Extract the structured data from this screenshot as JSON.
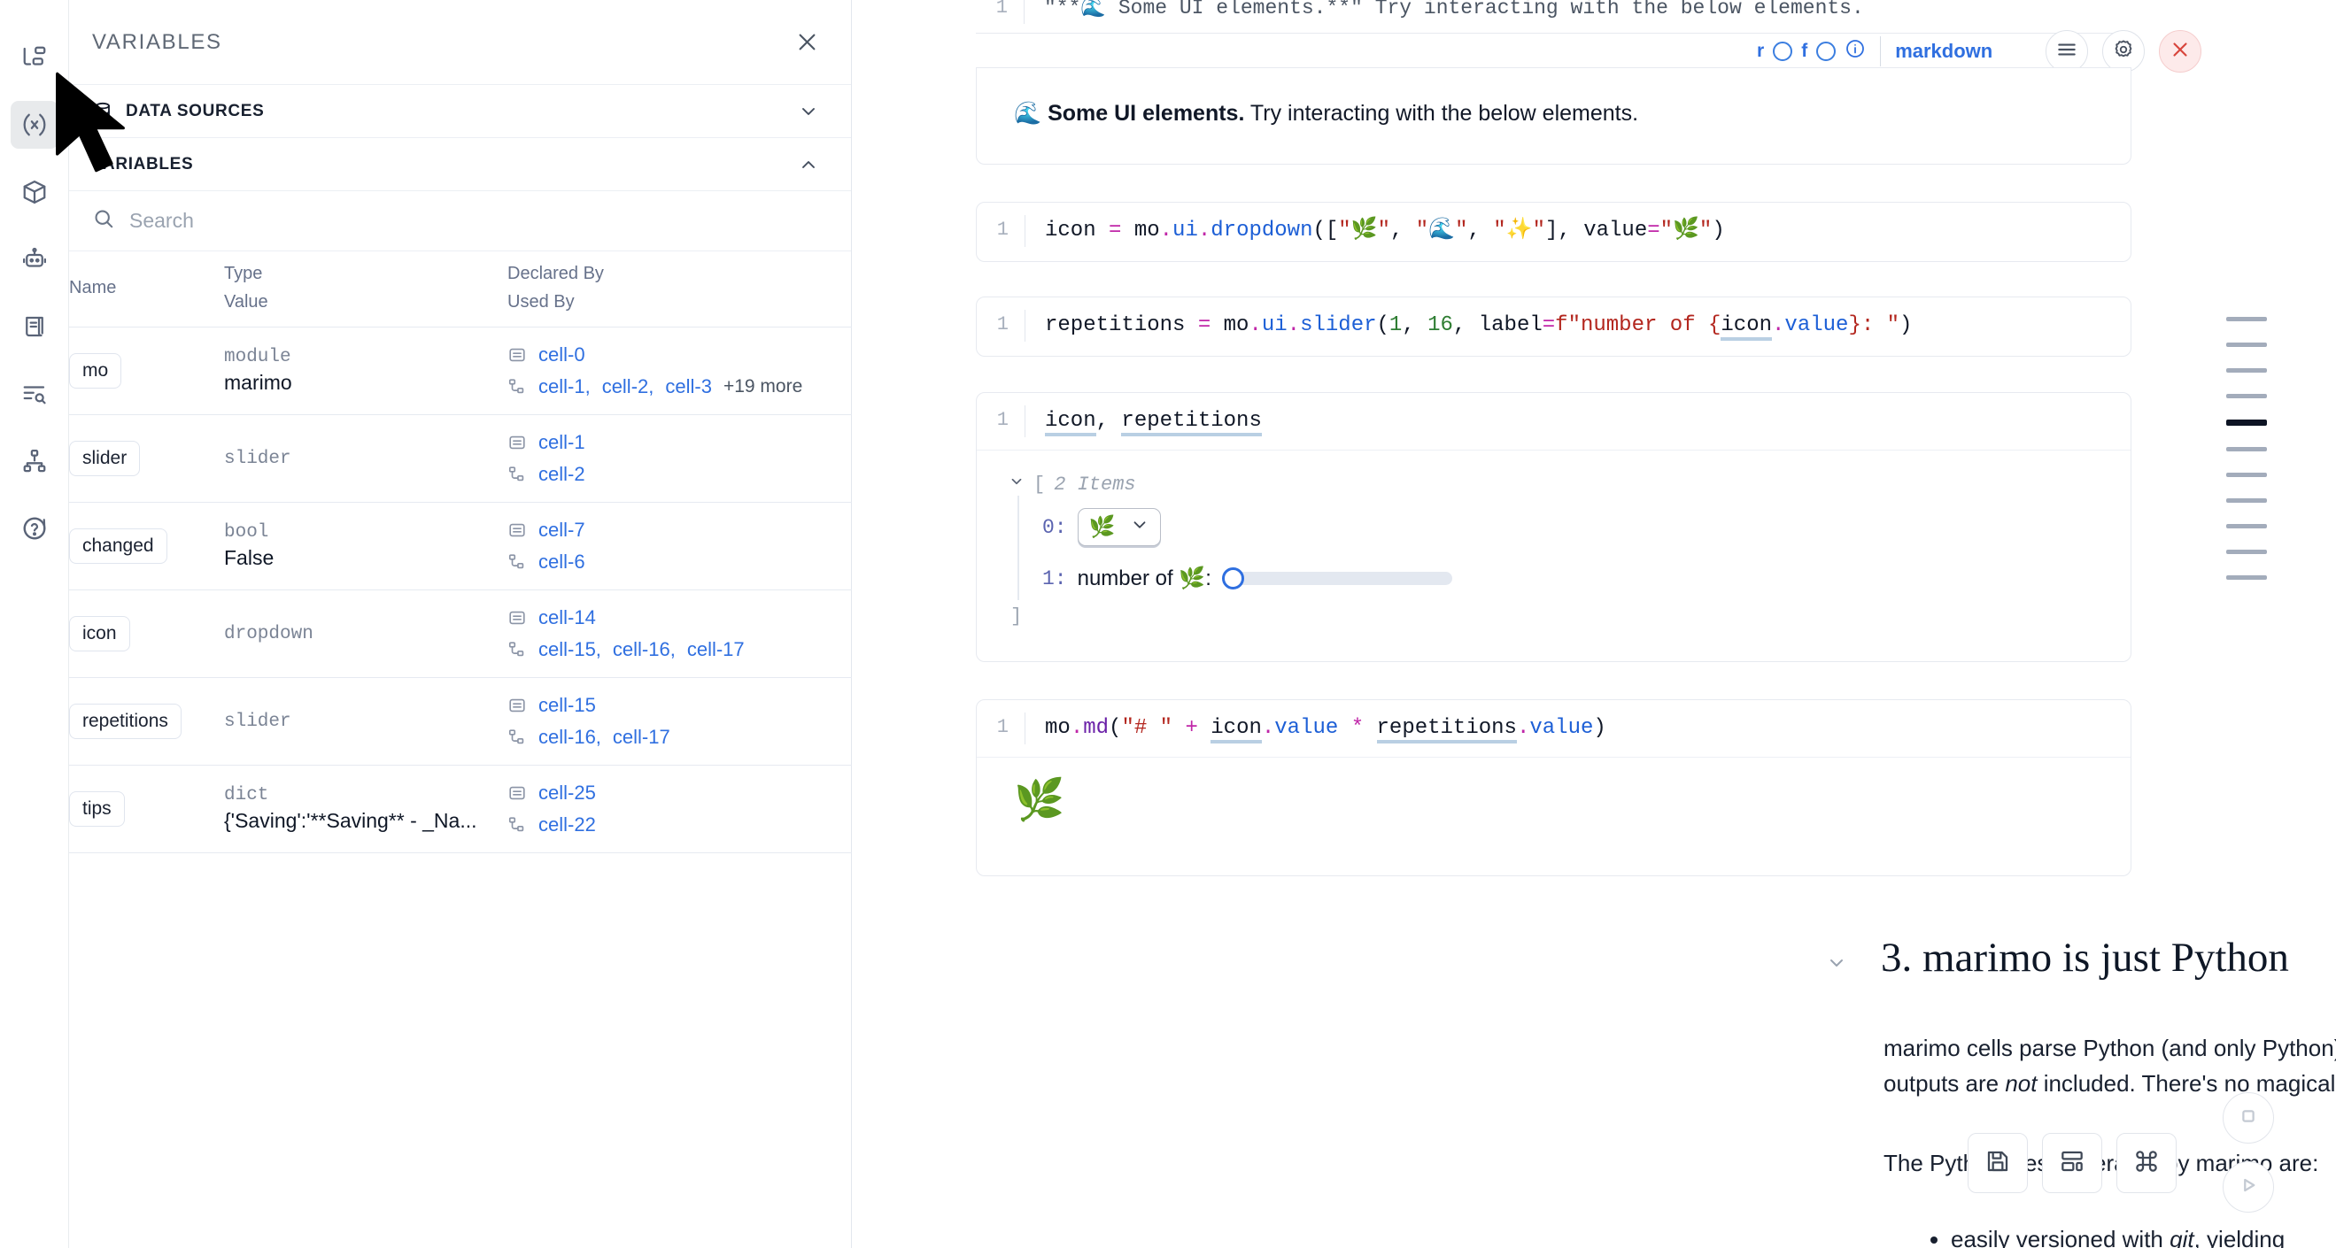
{
  "rail": {
    "items": [
      {
        "name": "file-explorer-icon",
        "label": "File explorer"
      },
      {
        "name": "variables-icon",
        "label": "Variables"
      },
      {
        "name": "packages-icon",
        "label": "Packages"
      },
      {
        "name": "chat-assistant-icon",
        "label": "Assistant"
      },
      {
        "name": "documentation-icon",
        "label": "Documentation"
      },
      {
        "name": "logs-icon",
        "label": "Logs"
      },
      {
        "name": "dependency-graph-icon",
        "label": "Dependency graph"
      },
      {
        "name": "help-icon",
        "label": "Help"
      }
    ],
    "active_index": 1
  },
  "panel": {
    "title": "VARIABLES",
    "close_label": "×",
    "sections": [
      {
        "label": "DATA SOURCES",
        "expanded": false
      },
      {
        "label": "VARIABLES",
        "expanded": true
      }
    ],
    "search": {
      "value": "",
      "placeholder": "Search"
    },
    "columns": {
      "name": "Name",
      "type": "Type",
      "value": "Value",
      "declared_by": "Declared By",
      "used_by": "Used By"
    },
    "more_suffix": "+19 more",
    "rows": [
      {
        "name": "mo",
        "type": "module",
        "value": "marimo",
        "declared_by": [
          "cell-0"
        ],
        "used_by": [
          "cell-1",
          "cell-2",
          "cell-3"
        ],
        "used_by_more": "+19 more"
      },
      {
        "name": "slider",
        "type": "slider",
        "value": "",
        "declared_by": [
          "cell-1"
        ],
        "used_by": [
          "cell-2"
        ],
        "used_by_more": ""
      },
      {
        "name": "changed",
        "type": "bool",
        "value": "False",
        "declared_by": [
          "cell-7"
        ],
        "used_by": [
          "cell-6"
        ],
        "used_by_more": ""
      },
      {
        "name": "icon",
        "type": "dropdown",
        "value": "",
        "declared_by": [
          "cell-14"
        ],
        "used_by": [
          "cell-15",
          "cell-16",
          "cell-17"
        ],
        "used_by_more": ""
      },
      {
        "name": "repetitions",
        "type": "slider",
        "value": "",
        "declared_by": [
          "cell-15"
        ],
        "used_by": [
          "cell-16",
          "cell-17"
        ],
        "used_by_more": ""
      },
      {
        "name": "tips",
        "type": "dict",
        "value": "{'Saving':'**Saving** - _Na...",
        "declared_by": [
          "cell-25"
        ],
        "used_by": [
          "cell-22"
        ],
        "used_by_more": ""
      }
    ]
  },
  "notebook": {
    "cell_top_partial": {
      "line_no": "1",
      "text": "\"**🌊 Some UI elements.**\" Try interacting with the below elements."
    },
    "cell_toolbar": {
      "flag_r": "r",
      "flag_f": "f",
      "info_icon": "info-icon",
      "language": "markdown",
      "menu_icon": "hamburger-menu-icon",
      "settings_icon": "gear-icon",
      "close_icon": "close-icon"
    },
    "markdown_output": {
      "emoji": "🌊",
      "bold_text": "Some UI elements.",
      "rest_text": " Try interacting with the below elements."
    },
    "cells": [
      {
        "id": "cell-dropdown-def",
        "line_no": "1",
        "code": "icon = mo.ui.dropdown([\"🌿\", \"🌊\", \"✨\"], value=\"🌿\")"
      },
      {
        "id": "cell-slider-def",
        "line_no": "1",
        "code": "repetitions = mo.ui.slider(1, 16, label=f\"number of {icon.value}: \")"
      },
      {
        "id": "cell-display",
        "line_no": "1",
        "code": "icon, repetitions"
      },
      {
        "id": "cell-md",
        "line_no": "1",
        "code": "mo.md(\"# \" + icon.value * repetitions.value)"
      }
    ],
    "list_output": {
      "summary": "2 Items",
      "open_bracket": "[",
      "close_bracket": "]",
      "items": [
        {
          "index": "0:",
          "kind": "dropdown",
          "value": "🌿"
        },
        {
          "index": "1:",
          "kind": "slider",
          "label": "number of 🌿:",
          "value": 1,
          "min": 1,
          "max": 16
        }
      ]
    },
    "md_cell_output": {
      "emoji": "🌿"
    },
    "section": {
      "heading": "3. marimo is just Python",
      "paragraph1": "marimo cells parse Python (and only Python), and marimo notebooks are stored as pure Python files — outputs are ",
      "paragraph1_italic": "not",
      "paragraph1_end": " included. There's no magical syntax.",
      "paragraph2": "The Python files generated by marimo are:",
      "bullets": [
        {
          "pre": "easily versioned with ",
          "italic": "git",
          "post": ", yielding minimal diffs"
        }
      ]
    }
  },
  "minimap": {
    "marks": 11,
    "current_index": 4
  },
  "float_tools": {
    "save": {
      "name": "save-icon",
      "label": "Save"
    },
    "layout": {
      "name": "layout-icon",
      "label": "Layout"
    },
    "command": {
      "name": "command-palette-icon",
      "label": "Command palette"
    },
    "stop": {
      "name": "stop-icon",
      "label": "Interrupt"
    },
    "run": {
      "name": "run-icon",
      "label": "Run"
    }
  },
  "colors": {
    "link": "#2f6fe0",
    "accent_red": "#d8453c",
    "muted": "#6b7687",
    "border": "#e6eaf1"
  }
}
